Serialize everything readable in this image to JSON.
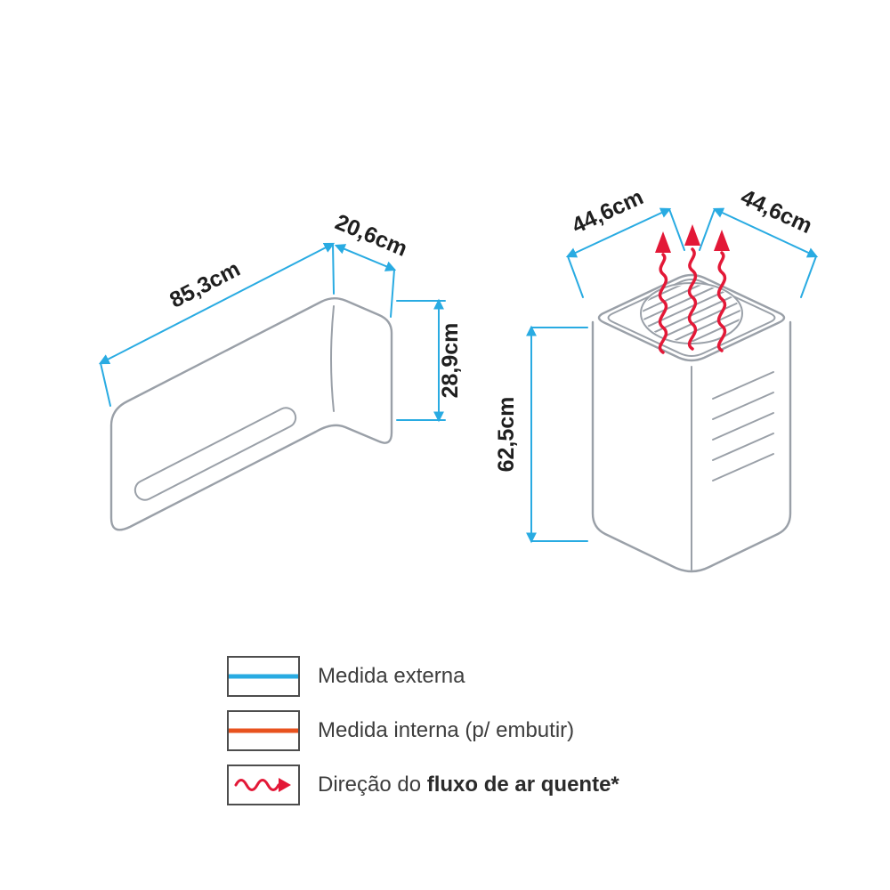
{
  "diagram": {
    "indoor_unit": {
      "width_label": "85,3cm",
      "depth_label": "20,6cm",
      "height_label": "28,9cm"
    },
    "outdoor_unit": {
      "left_depth_label": "44,6cm",
      "right_width_label": "44,6cm",
      "height_label": "62,5cm"
    }
  },
  "legend": {
    "external": {
      "label": "Medida externa",
      "color": "#29abe2"
    },
    "internal": {
      "label": "Medida interna (p/ embutir)",
      "color": "#e8521e"
    },
    "airflow": {
      "label_prefix": "Direção do ",
      "label_bold": "fluxo de ar quente*",
      "color": "#e31837"
    }
  },
  "colors": {
    "dimension_line": "#29abe2",
    "drawing_outline": "#9aa0a8",
    "hot_air_arrow": "#e31837",
    "dimension_text": "#1f1f1f",
    "legend_text": "#3d3d3d",
    "legend_box_border": "#4d4d4d"
  }
}
